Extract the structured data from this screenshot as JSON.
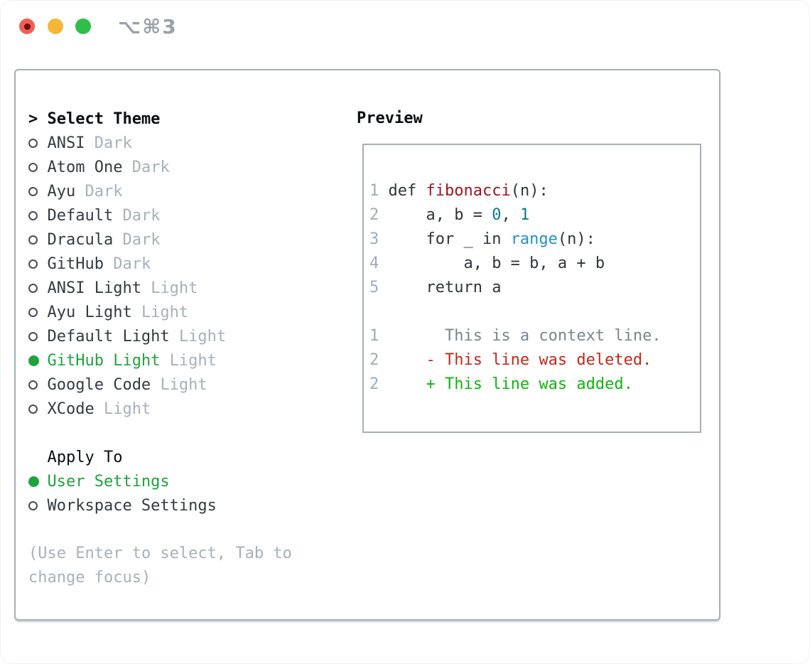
{
  "window": {
    "shortcut": "⌥⌘3",
    "traffic_lights": [
      "close",
      "minimize",
      "zoom"
    ]
  },
  "theme_picker": {
    "cursor": ">",
    "title": "Select Theme",
    "items": [
      {
        "label": "ANSI",
        "variant": "Dark",
        "selected": false
      },
      {
        "label": "Atom One",
        "variant": "Dark",
        "selected": false
      },
      {
        "label": "Ayu",
        "variant": "Dark",
        "selected": false
      },
      {
        "label": "Default",
        "variant": "Dark",
        "selected": false
      },
      {
        "label": "Dracula",
        "variant": "Dark",
        "selected": false
      },
      {
        "label": "GitHub",
        "variant": "Dark",
        "selected": false
      },
      {
        "label": "ANSI Light",
        "variant": "Light",
        "selected": false
      },
      {
        "label": "Ayu Light",
        "variant": "Light",
        "selected": false
      },
      {
        "label": "Default Light",
        "variant": "Light",
        "selected": false
      },
      {
        "label": "GitHub Light",
        "variant": "Light",
        "selected": true
      },
      {
        "label": "Google Code",
        "variant": "Light",
        "selected": false
      },
      {
        "label": "XCode",
        "variant": "Light",
        "selected": false
      }
    ]
  },
  "apply_to": {
    "title": "Apply To",
    "options": [
      {
        "label": "User Settings",
        "selected": true
      },
      {
        "label": "Workspace Settings",
        "selected": false
      }
    ]
  },
  "hint": {
    "lines": [
      "(Use Enter to select, Tab to",
      "change focus)"
    ]
  },
  "preview": {
    "title": "Preview",
    "lines": [
      {
        "kind": "code",
        "tokens": [
          {
            "c": "ln",
            "t": "1"
          },
          {
            "c": "code",
            "t": " def "
          },
          {
            "c": "fn",
            "t": "fibonacci"
          },
          {
            "c": "code",
            "t": "(n):"
          }
        ]
      },
      {
        "kind": "code",
        "tokens": [
          {
            "c": "ln",
            "t": "2"
          },
          {
            "c": "code",
            "t": "     a, b = "
          },
          {
            "c": "num",
            "t": "0"
          },
          {
            "c": "code",
            "t": ", "
          },
          {
            "c": "num",
            "t": "1"
          }
        ]
      },
      {
        "kind": "code",
        "tokens": [
          {
            "c": "ln",
            "t": "3"
          },
          {
            "c": "code",
            "t": "     for _ in "
          },
          {
            "c": "builtin",
            "t": "range"
          },
          {
            "c": "code",
            "t": "(n):"
          }
        ]
      },
      {
        "kind": "code",
        "tokens": [
          {
            "c": "ln",
            "t": "4"
          },
          {
            "c": "code",
            "t": "         a, b = b, a + b"
          }
        ]
      },
      {
        "kind": "code",
        "tokens": [
          {
            "c": "ln",
            "t": "5"
          },
          {
            "c": "code",
            "t": "     return a"
          }
        ]
      },
      {
        "kind": "blank",
        "tokens": []
      },
      {
        "kind": "diff-context",
        "tokens": [
          {
            "c": "ln",
            "t": "1"
          },
          {
            "c": "ctx",
            "t": "       This is a context line."
          }
        ]
      },
      {
        "kind": "diff-deleted",
        "tokens": [
          {
            "c": "ln",
            "t": "2"
          },
          {
            "c": "del",
            "t": "     - This line was deleted."
          }
        ]
      },
      {
        "kind": "diff-added",
        "tokens": [
          {
            "c": "ln",
            "t": "2"
          },
          {
            "c": "add",
            "t": "     + This line was added."
          }
        ]
      }
    ]
  },
  "colors": {
    "heading": "#0b0e11",
    "text_dark": "#343a42",
    "muted": "#a7b0bc",
    "accent_green": "#1ea43d",
    "added_green": "#0fb50f",
    "deleted_red": "#c5281b",
    "function_red": "#9e1520",
    "number_teal": "#0d7b81",
    "builtin_blue": "#2090cc",
    "line_number": "#9fabb9",
    "context_gray": "#7d8590",
    "border_gray": "#a6aeb8",
    "traffic_red": "#f25e55",
    "traffic_red_dot": "#6b100a",
    "traffic_yellow": "#f4b73a",
    "traffic_green": "#2dbf46",
    "shortcut_gray": "#9aa1a8"
  }
}
